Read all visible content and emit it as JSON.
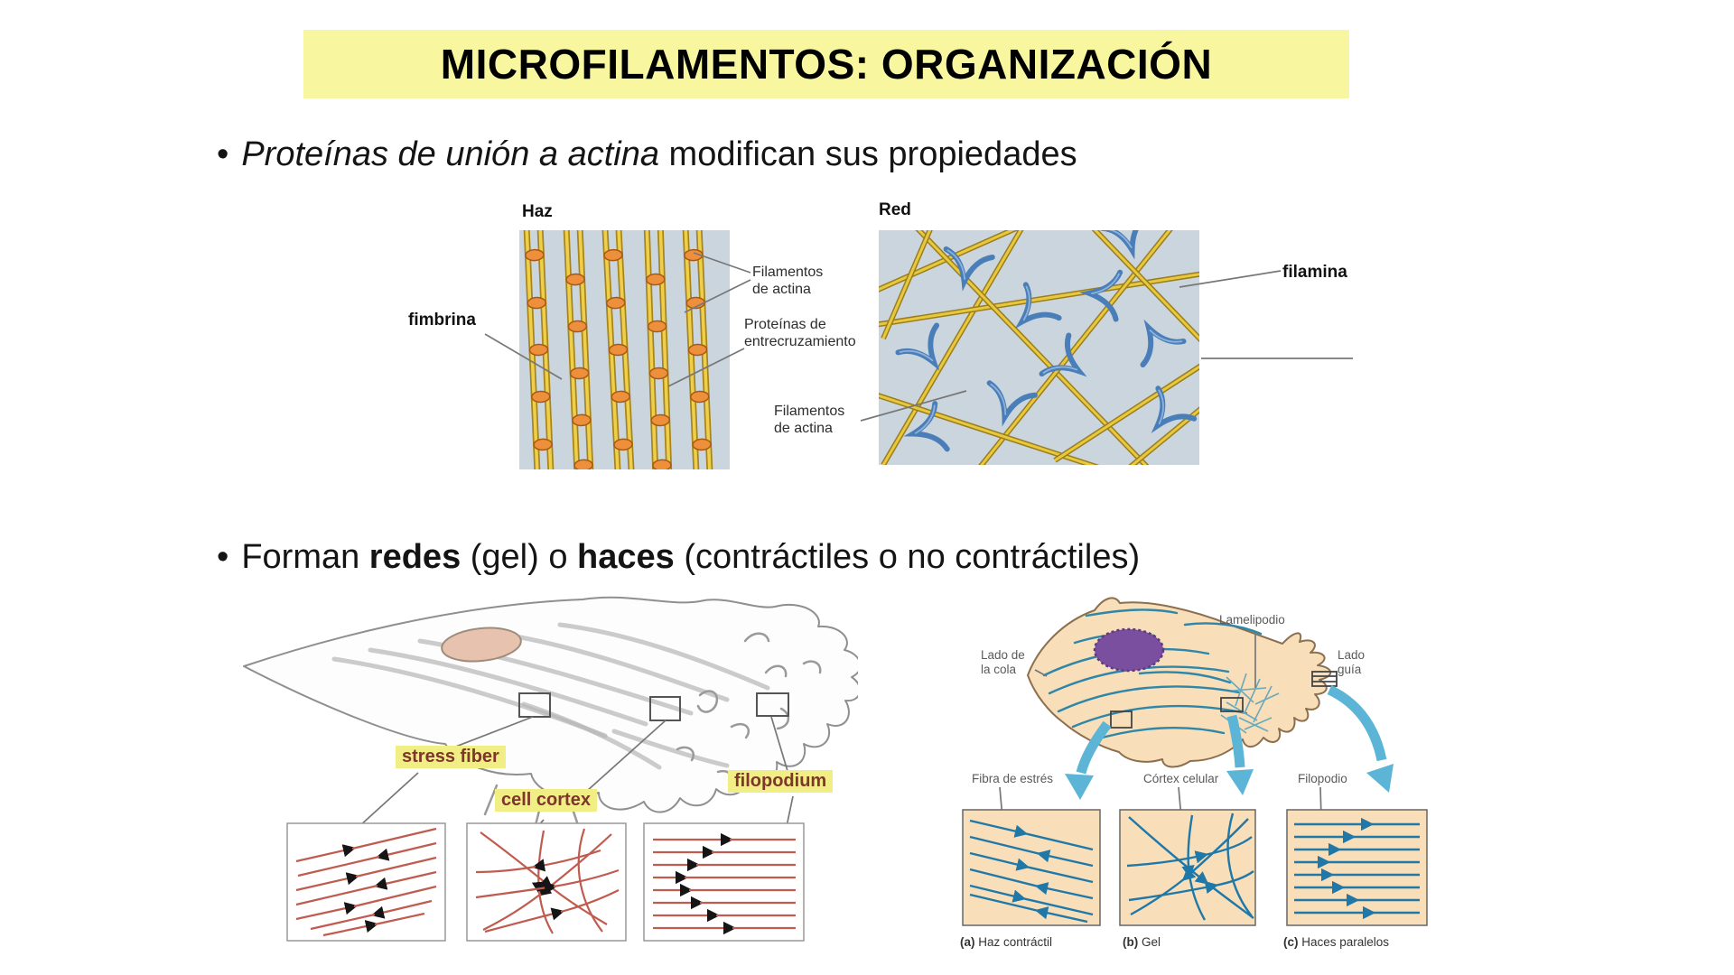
{
  "slide": {
    "title": "MICROFILAMENTOS: ORGANIZACIÓN",
    "bullets": {
      "b1_marker": "•",
      "b1_italic": "Proteínas de unión a actina",
      "b1_rest": " modifican sus propiedades",
      "b2_marker": "•",
      "b2_pre": "Forman ",
      "b2_bold1": "redes",
      "b2_mid": " (gel) o ",
      "b2_bold2": "haces",
      "b2_post": " (contráctiles o no contráctiles)"
    }
  },
  "fig_top": {
    "haz_title": "Haz",
    "red_title": "Red",
    "fimbrina": "fimbrina",
    "filamentos1_line1": "Filamentos",
    "filamentos1_line2": "de actina",
    "proteinas_line1": "Proteínas de",
    "proteinas_line2": "entrecruzamiento",
    "filamentos2_line1": "Filamentos",
    "filamentos2_line2": "de actina",
    "filamina": "filamina"
  },
  "fig_cell_en": {
    "stress_fiber": "stress fiber",
    "cell_cortex": "cell cortex",
    "filopodium": "filopodium"
  },
  "fig_cell_es": {
    "lamelipodio": "Lamelipodio",
    "lado_cola_1": "Lado de",
    "lado_cola_2": "la cola",
    "lado_guia_1": "Lado",
    "lado_guia_2": "guía",
    "fibra_estres": "Fibra de estrés",
    "cortex_celular": "Córtex celular",
    "filopodio": "Filopodio",
    "cap_a_tag": "(a)",
    "cap_a_text": " Haz contráctil",
    "cap_b_tag": "(b)",
    "cap_b_text": " Gel",
    "cap_c_tag": "(c)",
    "cap_c_text": " Haces paralelos"
  },
  "colors": {
    "title_highlight": "#F8F7A0",
    "label_highlight": "#F2EE86",
    "actin_yellow": "#E8C83C",
    "crosslink_orange": "#EE8F3C",
    "filamin_blue": "#4A7EB8",
    "sketch_red": "#C05B50",
    "cell_tan": "#F8DEB9",
    "nucleus_purple": "#7B4FA0",
    "actin_blue": "#2E86A8",
    "arrow_cyan": "#5CB4D6"
  }
}
